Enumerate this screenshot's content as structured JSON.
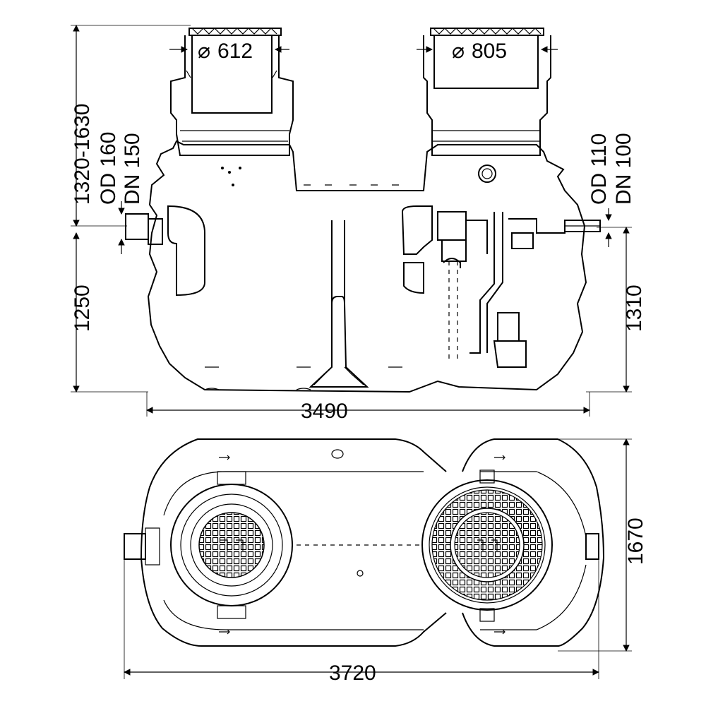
{
  "side_view": {
    "width": "3490",
    "height_total": "1320-1630",
    "height_left": "1250",
    "height_right": "1310",
    "inlet_od": "OD 160",
    "inlet_dn": "DN 150",
    "outlet_od": "OD 110",
    "outlet_dn": "DN 100",
    "cover_left_dia": "612",
    "cover_right_dia": "805",
    "diameter_symbol": "⌀"
  },
  "top_view": {
    "length": "3720",
    "width": "1670"
  }
}
